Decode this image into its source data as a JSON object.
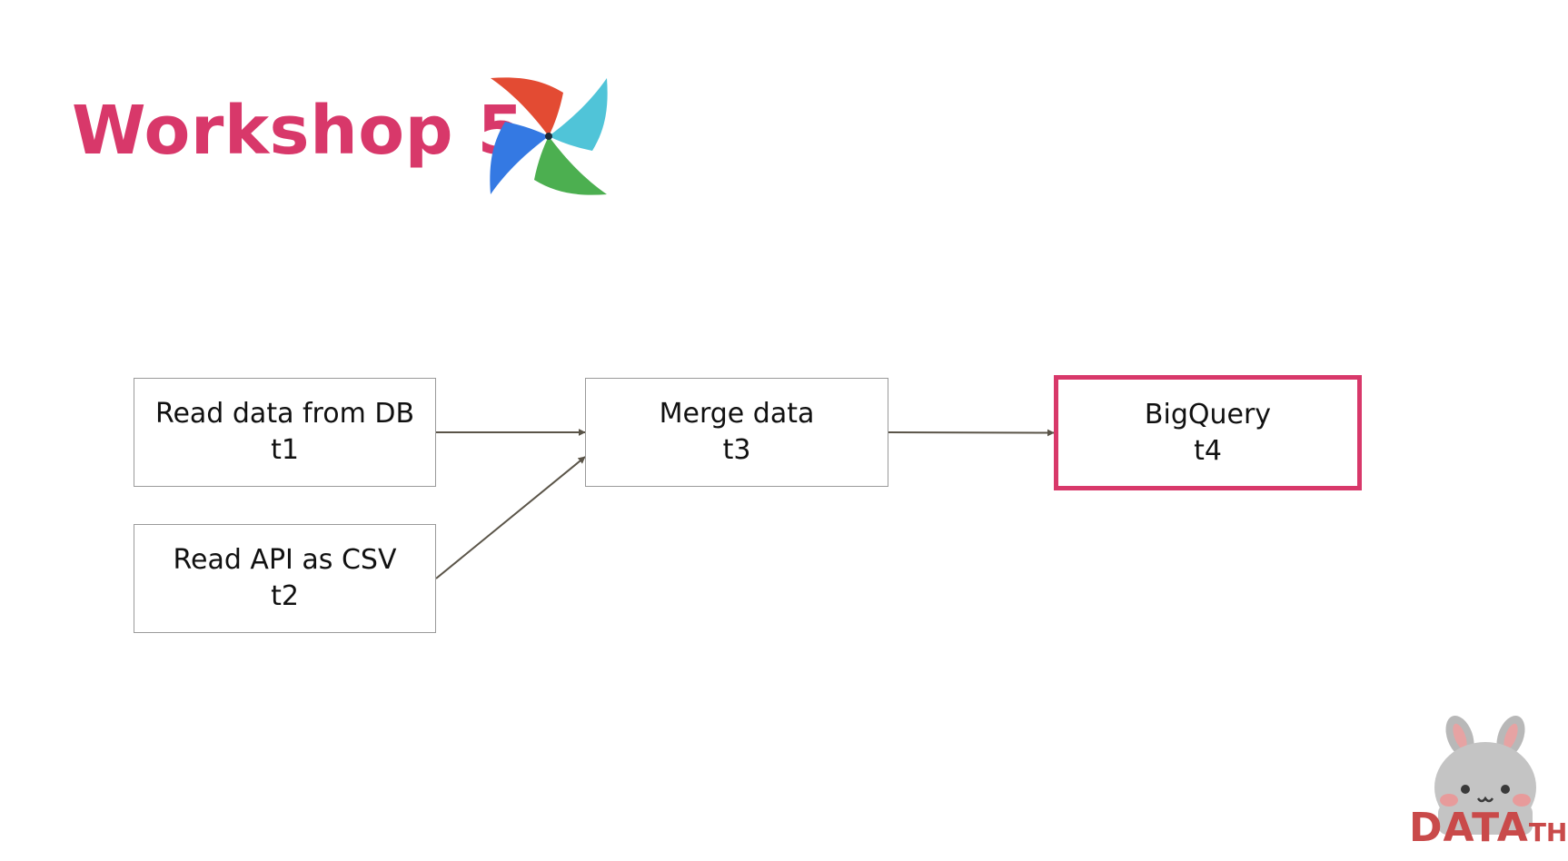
{
  "slide": {
    "title": "Workshop 5",
    "accent_color": "#d8386a",
    "logo_icon": "airflow-pinwheel-icon"
  },
  "diagram": {
    "nodes": [
      {
        "id": "t1",
        "label": "Read data from DB",
        "sublabel": "t1",
        "highlighted": false
      },
      {
        "id": "t2",
        "label": "Read API as CSV",
        "sublabel": "t2",
        "highlighted": false
      },
      {
        "id": "t3",
        "label": "Merge data",
        "sublabel": "t3",
        "highlighted": false
      },
      {
        "id": "t4",
        "label": "BigQuery",
        "sublabel": "t4",
        "highlighted": true
      }
    ],
    "edges": [
      {
        "from": "t1",
        "to": "t3"
      },
      {
        "from": "t2",
        "to": "t3"
      },
      {
        "from": "t3",
        "to": "t4"
      }
    ],
    "edge_color": "#5a5448",
    "highlight_color": "#d8386a"
  },
  "branding": {
    "mascot_icon": "bunny-mascot-icon",
    "wordmark_main": "DATA",
    "wordmark_suffix": "TH",
    "color": "#c94a4a"
  }
}
